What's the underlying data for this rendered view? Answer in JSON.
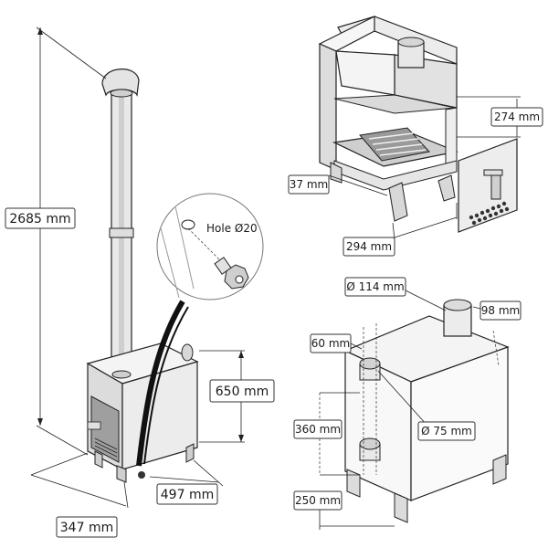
{
  "dimensions": {
    "flue_height": "2685 mm",
    "stove_height": "650 mm",
    "depth": "497 mm",
    "width": "347 mm",
    "hole_callout": "Hole Ø20",
    "shelf_height": "274 mm",
    "firebox_depth": "37 mm",
    "firebox_width": "294 mm",
    "flue_diameter": "Ø 114 mm",
    "flue_offset": "98 mm",
    "inlet_top_offset": "60 mm",
    "inlet_spacing": "360 mm",
    "inlet_diameter": "Ø 75 mm",
    "inlet_bottom_offset": "250 mm"
  },
  "colors": {
    "body_light": "#f3f3f3",
    "body_mid": "#dcdcdc",
    "body_dark": "#b9b9b9",
    "outline": "#222222",
    "label_border": "#333333"
  }
}
